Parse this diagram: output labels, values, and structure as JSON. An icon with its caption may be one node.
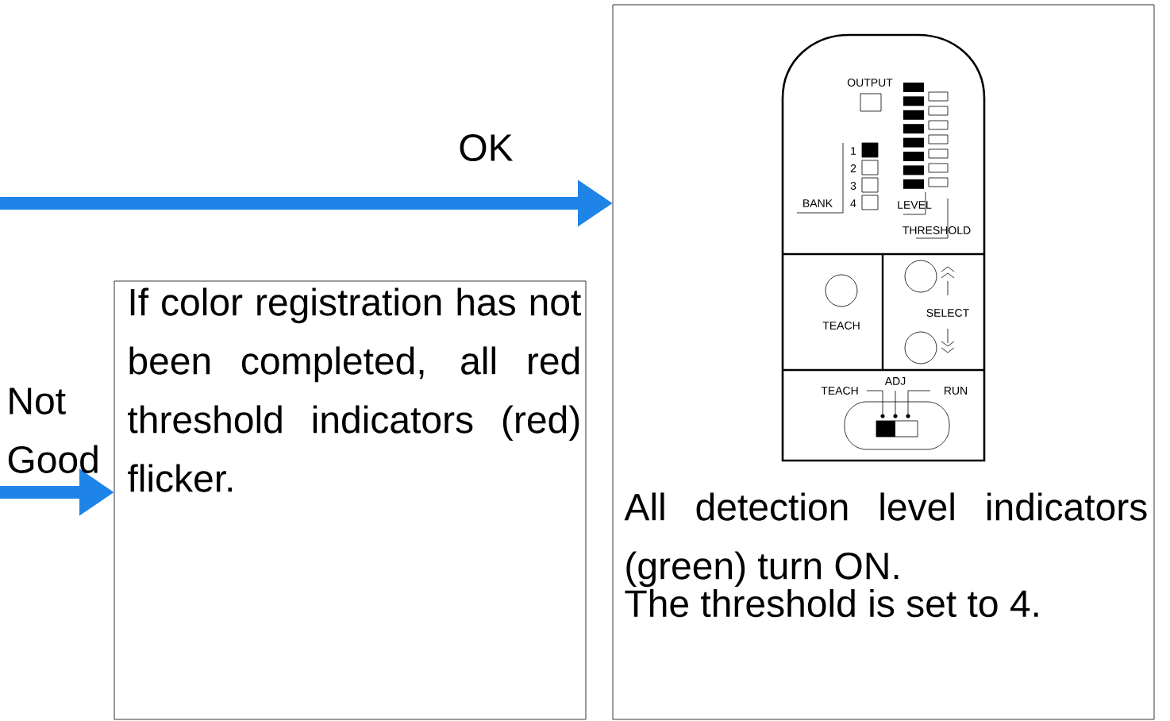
{
  "diagram": {
    "nodes": [
      {
        "text": [
          "All detection level indicators (green) turn ON.",
          "The threshold is set to 4."
        ]
      },
      {
        "text": [
          "If color registration has not been completed, all red threshold indicators (red) flicker."
        ]
      }
    ],
    "edges": [
      {
        "from": null,
        "to": 0,
        "arrow": "to",
        "label": "OK"
      },
      {
        "from": null,
        "to": 1,
        "arrow": "to",
        "label": "Not Good"
      }
    ],
    "labels": [
      "OUTPUT",
      "1",
      "2",
      "3",
      "BANK",
      "4",
      "LEVEL",
      "THRESHOLD",
      "TEACH",
      "SELECT",
      "TEACH",
      "ADJ",
      "RUN"
    ]
  }
}
